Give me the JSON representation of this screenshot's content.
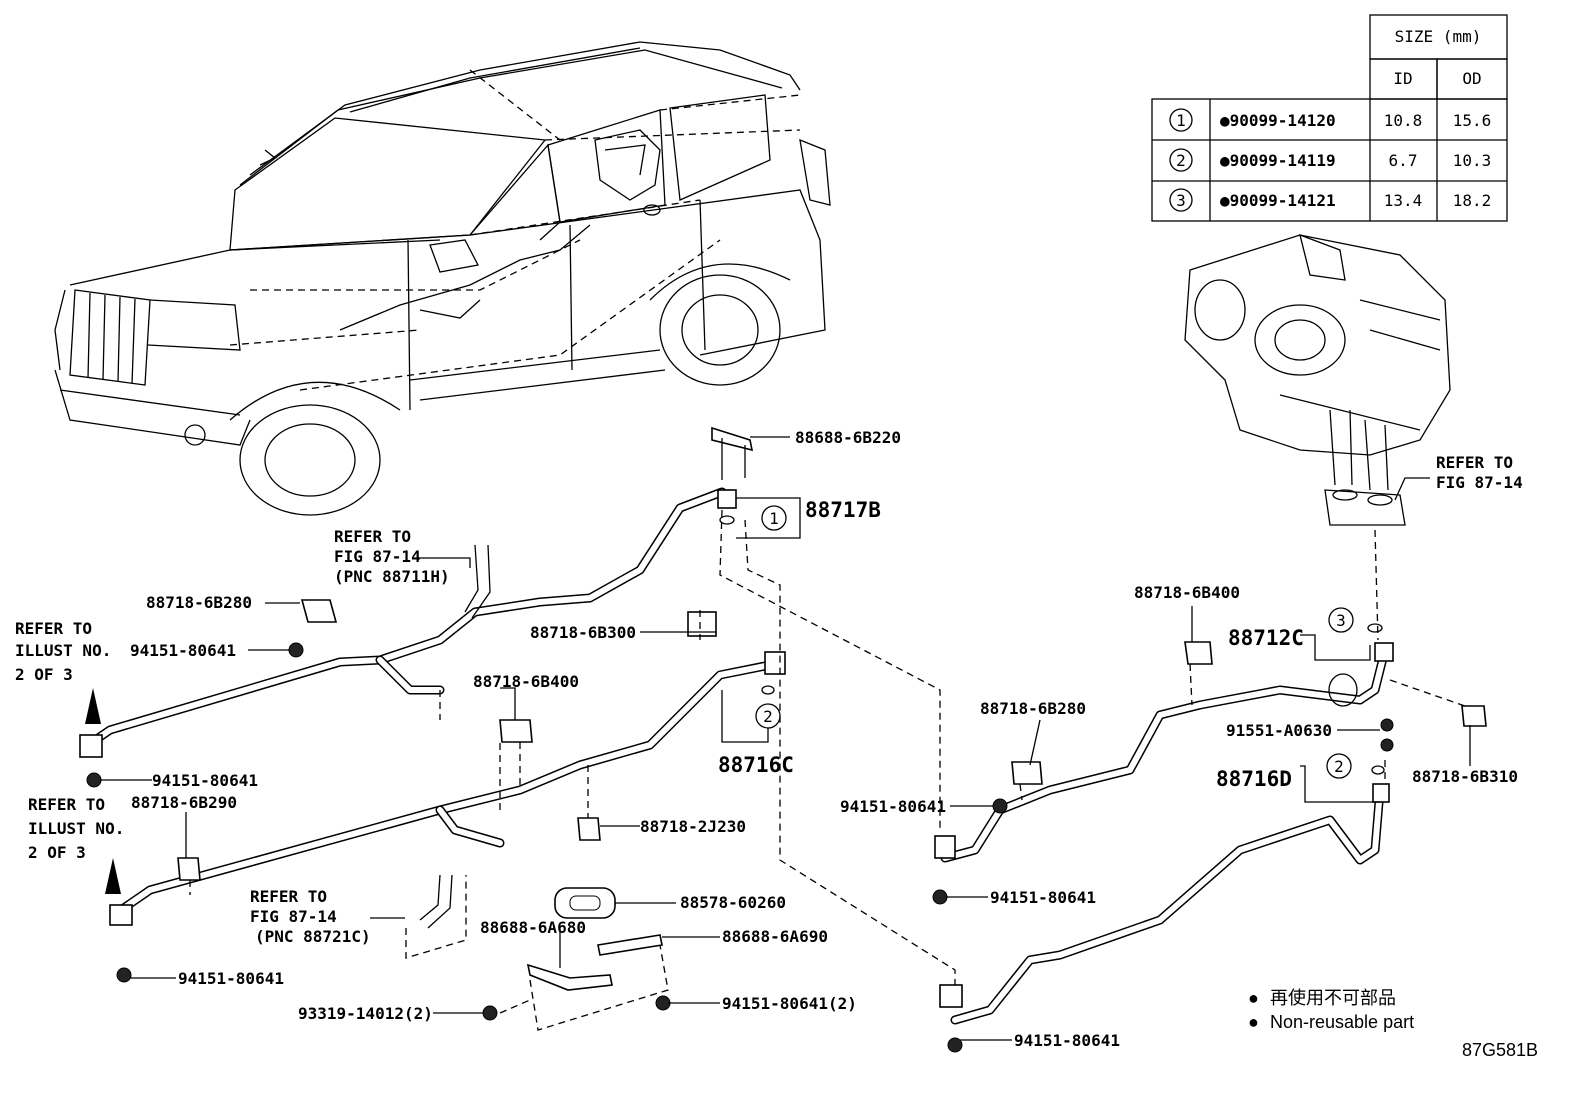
{
  "diagram_code": "87G581B",
  "size_table": {
    "header_size": "SIZE (mm)",
    "header_id": "ID",
    "header_od": "OD",
    "rows": [
      {
        "mark": "1",
        "part": "●90099-14120",
        "id": "10.8",
        "od": "15.6"
      },
      {
        "mark": "2",
        "part": "●90099-14119",
        "id": "6.7",
        "od": "10.3"
      },
      {
        "mark": "3",
        "part": "●90099-14121",
        "id": "13.4",
        "od": "18.2"
      }
    ]
  },
  "legend": {
    "bullet": "●",
    "line1": "再使用不可部品",
    "line2": "Non-reusable part"
  },
  "refs": {
    "refer_to": "REFER TO",
    "fig_87_14": "FIG 87-14",
    "pnc_88711h": "(PNC 88711H)",
    "pnc_88721c": "(PNC 88721C)",
    "illust_no": "ILLUST NO.",
    "two_of_three": "2 OF 3"
  },
  "labels": {
    "p88688_6B220": "88688-6B220",
    "p88717B": "88717B",
    "p88718_6B280_a": "88718-6B280",
    "p94151_80641_a": "94151-80641",
    "p88718_6B300": "88718-6B300",
    "p88718_6B400_a": "88718-6B400",
    "p94151_80641_b": "94151-80641",
    "p88718_6B290": "88718-6B290",
    "p88716C": "88716C",
    "p88718_2J230": "88718-2J230",
    "p94151_80641_c": "94151-80641",
    "p88578_60260": "88578-60260",
    "p88688_6A680": "88688-6A680",
    "p88688_6A690": "88688-6A690",
    "p93319_14012": "93319-14012(2)",
    "p94151_80641_2": "94151-80641(2)",
    "p88718_6B400_b": "88718-6B400",
    "p88712C": "88712C",
    "p91551_A0630": "91551-A0630",
    "p88718_6B310": "88718-6B310",
    "p88716D": "88716D",
    "p88718_6B280_b": "88718-6B280",
    "p94151_80641_d": "94151-80641",
    "p94151_80641_e": "94151-80641",
    "p94151_80641_f": "94151-80641"
  },
  "callouts": {
    "c1": "1",
    "c2a": "2",
    "c3": "3",
    "c2b": "2"
  }
}
